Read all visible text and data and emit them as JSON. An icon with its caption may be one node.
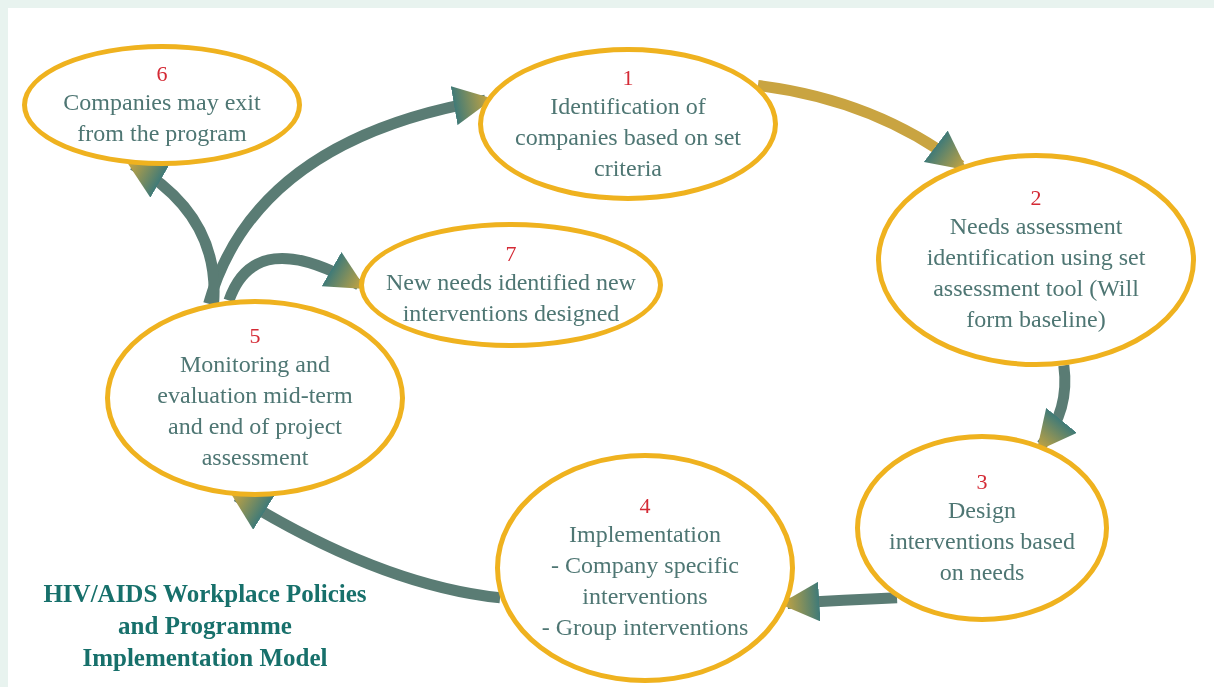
{
  "diagram": {
    "title": "HIV/AIDS Workplace Policies and Programme Implementation Model",
    "nodes": [
      {
        "text": [
          "1",
          "Identification of companies based on set criteria"
        ]
      },
      {
        "text": [
          "2",
          "Needs assessment identification using set assessment tool (Will form baseline)"
        ]
      },
      {
        "text": [
          "3",
          "Design interventions based on needs"
        ]
      },
      {
        "text": [
          "4",
          "Implementation",
          "- Company specific interventions",
          "- Group interventions"
        ]
      },
      {
        "text": [
          "5",
          "Monitoring and evaluation mid-term and end of project assessment"
        ]
      },
      {
        "text": [
          "6",
          "Companies may exit from the program"
        ]
      },
      {
        "text": [
          "7",
          "New needs identified new interventions designed"
        ]
      }
    ],
    "edges": [
      {
        "from": 0,
        "to": 1,
        "arrow": "to",
        "color": "#c9a441"
      },
      {
        "from": 1,
        "to": 2,
        "arrow": "to"
      },
      {
        "from": 2,
        "to": 3,
        "arrow": "to"
      },
      {
        "from": 3,
        "to": 4,
        "arrow": "to"
      },
      {
        "from": 4,
        "to": 0,
        "arrow": "to"
      },
      {
        "from": 4,
        "to": 5,
        "arrow": "to"
      },
      {
        "from": 4,
        "to": 6,
        "arrow": "to"
      }
    ]
  }
}
